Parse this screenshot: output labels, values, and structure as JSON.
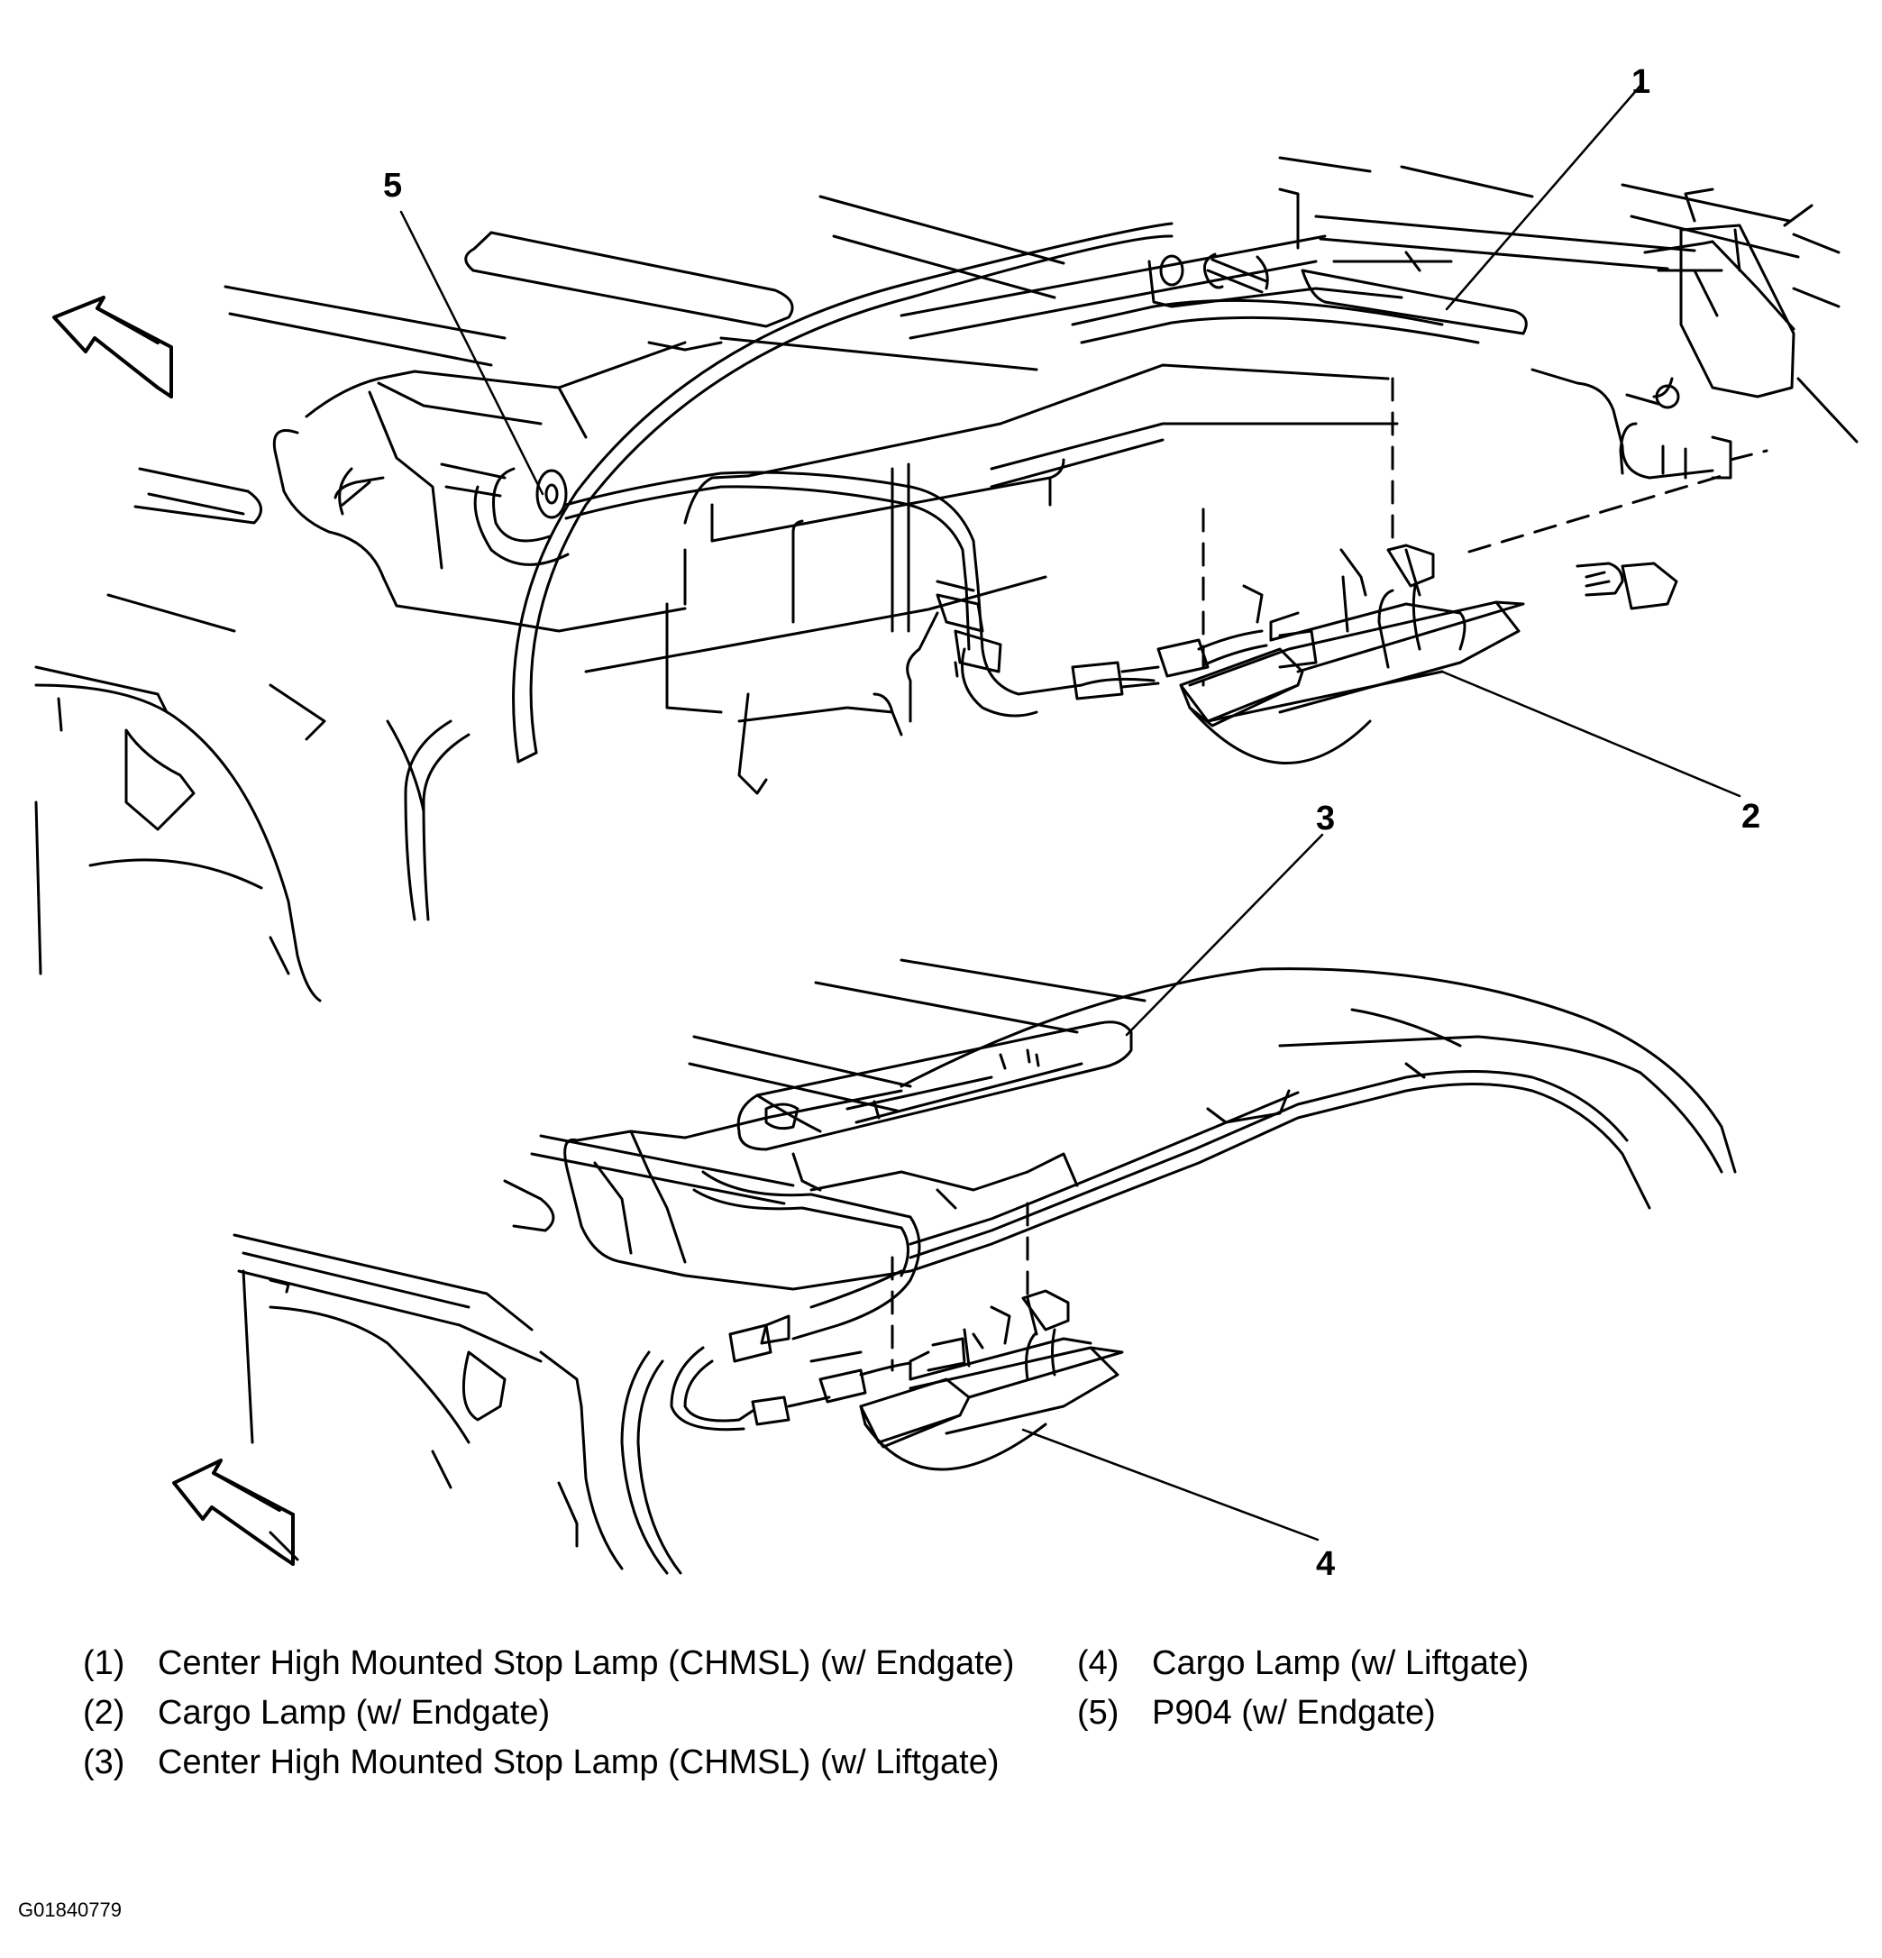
{
  "callouts": [
    {
      "num": "1",
      "text": "Center High Mounted Stop Lamp (CHMSL) (w/ Endgate)"
    },
    {
      "num": "2",
      "text": "Cargo Lamp (w/ Endgate)"
    },
    {
      "num": "3",
      "text": "Center High Mounted Stop Lamp (CHMSL) (w/ Liftgate)"
    },
    {
      "num": "4",
      "text": "Cargo Lamp (w/ Liftgate)"
    },
    {
      "num": "5",
      "text": "P904 (w/ Endgate)"
    }
  ],
  "legend": {
    "left": [
      {
        "num": "(1)",
        "text": "Center High Mounted Stop Lamp (CHMSL) (w/ Endgate)"
      },
      {
        "num": "(2)",
        "text": "Cargo Lamp (w/ Endgate)"
      },
      {
        "num": "(3)",
        "text": "Center High Mounted Stop Lamp (CHMSL) (w/ Liftgate)"
      }
    ],
    "right": [
      {
        "num": "(4)",
        "text": "Cargo Lamp (w/ Liftgate)"
      },
      {
        "num": "(5)",
        "text": "P904 (w/ Endgate)"
      }
    ]
  },
  "figure_id": "G01840779"
}
